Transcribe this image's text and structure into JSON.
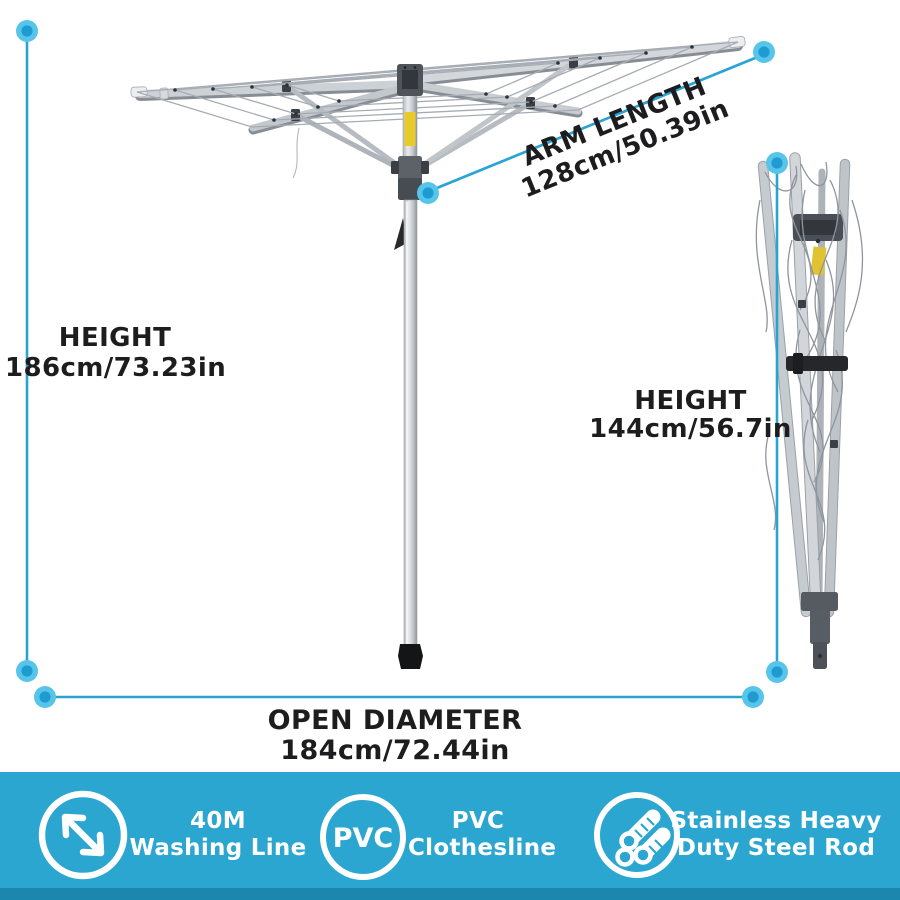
{
  "annotations": {
    "open_height": {
      "label": "HEIGHT",
      "value": "186cm/73.23in"
    },
    "arm_length": {
      "label": "ARM LENGTH",
      "value": "128cm/50.39in"
    },
    "folded_height": {
      "label": "HEIGHT",
      "value": "144cm/56.7in"
    },
    "open_diameter": {
      "label": "OPEN DIAMETER",
      "value": "184cm/72.44in"
    }
  },
  "features": [
    {
      "icon": "diagonal-expand-arrow-icon",
      "line1": "40M",
      "line2": "Washing Line"
    },
    {
      "icon": "pvc-badge-icon",
      "badge": "PVC",
      "line1": "PVC",
      "line2": "Clothesline"
    },
    {
      "icon": "steel-rods-icon",
      "line1": "Stainless Heavy",
      "line2": "Duty Steel Rod"
    }
  ],
  "colors": {
    "accent_line": "#29a3d4",
    "dot_outer": "#57c5ea",
    "dot_inner": "#1e9cd1",
    "banner": "#2ba6d0",
    "banner_bottom_strip": "#1b86ae",
    "label_text": "#1d1d1f",
    "metal_silver": "#c7ccd1",
    "hub_dark": "#4a4f57",
    "tag_yellow": "#e8ca2b"
  }
}
